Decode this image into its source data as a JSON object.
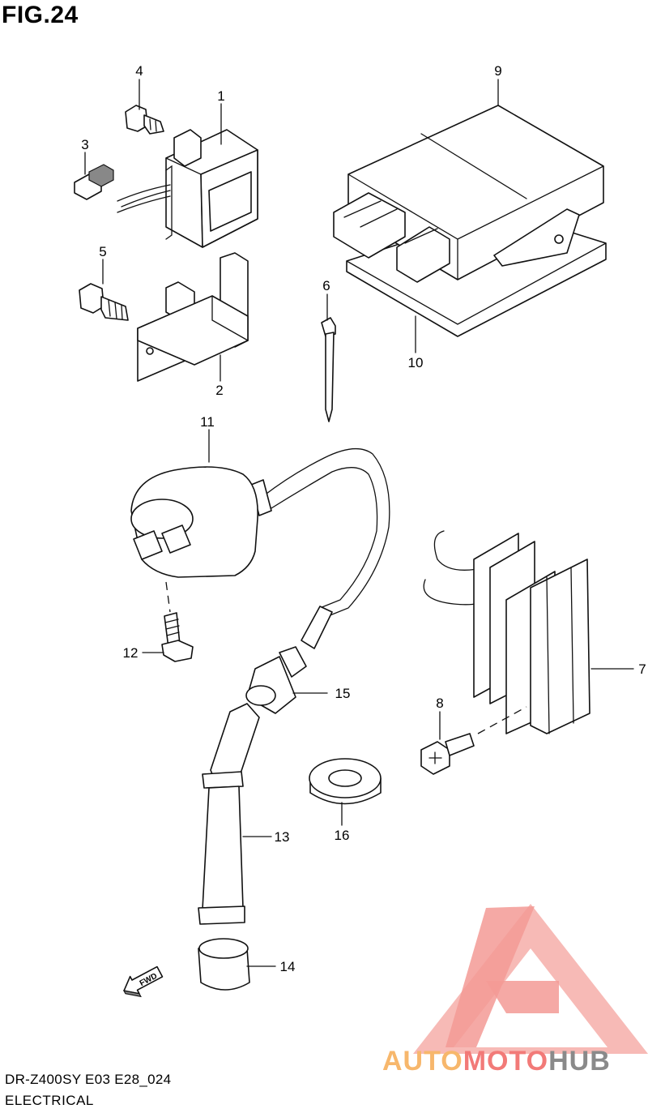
{
  "figure": {
    "title": "FIG.24"
  },
  "callouts": [
    "1",
    "2",
    "3",
    "4",
    "5",
    "6",
    "7",
    "8",
    "9",
    "10",
    "11",
    "12",
    "13",
    "14",
    "15",
    "16"
  ],
  "badge": {
    "fwd": "FWD"
  },
  "footer": {
    "model_code": "DR-Z400SY E03 E28_024",
    "section": "ELECTRICAL"
  },
  "watermark": {
    "part_a": "AUTO",
    "part_b": "MOTO",
    "part_c": "HUB",
    "triangle_color": "#f4a09c"
  }
}
